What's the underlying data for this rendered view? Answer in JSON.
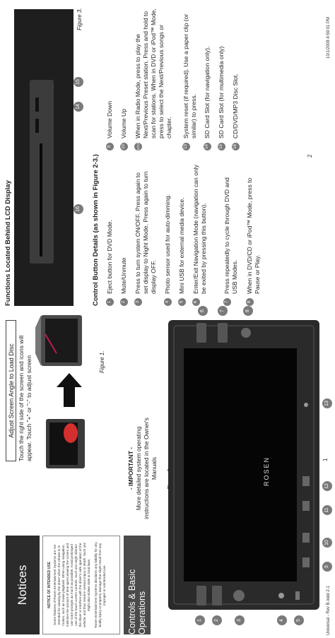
{
  "left_page": {
    "notices_title": "Notices",
    "notice_heading": "NOTICE OF INTENDED USE",
    "notice_text": "Some features of Rosen Entertainment Systems are not intended for viewing by the driver when the vehicle is in motion, such as movie playback. When using navigation, minimize the amount of time spent viewing the screen and use voice prompts as much as possible. Avoid prolonged use of the touch screen controls. Such use might distract the driver or interfere with the driver's safe operation of the vehicle, and thus result in serious injury or death. Such use might also violate state or local laws.",
    "disclaimer_text": "Rosen Entertainment Systems disclaims any liability for any bodily injury or property damage that might result from any improper or unintended use.",
    "adjust_heading": "Adjust Screen Angle to Load Disc",
    "adjust_text": "Touch the right side of the screen and icons will appear. Touch \"+\" or \"-\" to adjust screen",
    "figure1_caption": "Figure 1.",
    "controls_title": "Controls & Basic Operations",
    "important_heading": "- IMPORTANT -",
    "important_text": "More detailed system operating instructions are located in the Owner's Manuals",
    "figure2_caption": "Figure 2.",
    "page_number": "1",
    "footer_left": "Universal - Rev B.indd 2-1",
    "screen_logo": "ROSEN"
  },
  "right_page": {
    "lcd_title": "Functions Located Behind LCD Display",
    "figure3_caption": "Figure 3.",
    "control_title": "Control Button Details (as shown in Figure 2-3.)",
    "page_number": "2",
    "footer_right": "10/1/2008  4:59:01 PM",
    "items": [
      {
        "num": "1",
        "text": "Eject button for DVD Mode."
      },
      {
        "num": "2",
        "text": "Mute/Unmute"
      },
      {
        "num": "3",
        "text": "Press to turn system ON/OFF. Press again to set display to Night Mode. Press again to turn display OFF."
      },
      {
        "num": "4",
        "text": "Photo sensor used for auto-dimming."
      },
      {
        "num": "5",
        "text": "Mini USB for external media device."
      },
      {
        "num": "6",
        "text": "Enter/Exit Navigation Mode (navigation can only be exited by pressing this button)."
      },
      {
        "num": "7",
        "text": "Press repeatedly to cycle through DVD and USB Modes."
      },
      {
        "num": "8",
        "text": "When in DVD/CD or iPod™ Mode, press to Pause or Play."
      },
      {
        "num": "9",
        "text": "Volume Down"
      },
      {
        "num": "10",
        "text": "Volume Up"
      },
      {
        "num": "11/12",
        "text": "When in Radio Mode, press to play the Next/Previous Preset station. Press and hold to scan for stations. When in DVD or iPod™ Mode, press to select the Next/Previous songs or chapter."
      },
      {
        "num": "13",
        "text": "System reset (if required). Use a paper clip (or similar) to press."
      },
      {
        "num": "14",
        "text": "SD Card Slot (for navigation only)."
      },
      {
        "num": "15",
        "text": "SD Card Slot (for multimedia only)"
      },
      {
        "num": "16",
        "text": "CD/DVD/MP3 Disc Slot."
      }
    ]
  },
  "callouts_fig2": [
    "1",
    "2",
    "3",
    "4",
    "5",
    "6",
    "7",
    "8",
    "9",
    "10",
    "11",
    "12",
    "13"
  ],
  "callouts_fig3": [
    "14",
    "15",
    "16"
  ],
  "colors": {
    "dark": "#2b2b2b",
    "badge": "#7a7a7a"
  }
}
